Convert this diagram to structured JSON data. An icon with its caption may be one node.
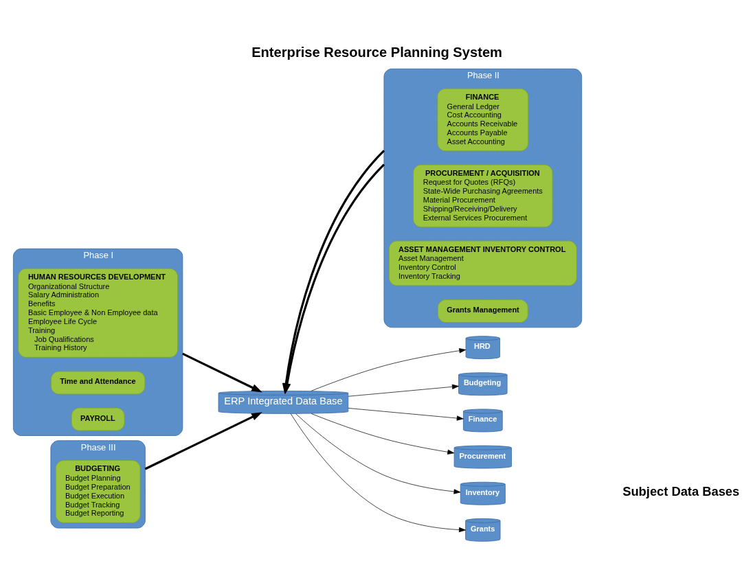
{
  "diagram": {
    "title": "Enterprise Resource Planning System",
    "nodes": [
      {
        "text": [
          "Phase I"
        ]
      },
      {
        "text": [
          "HUMAN RESOURCES DEVELOPMENT",
          "Organizational Structure",
          "Salary Administration",
          "Benefits",
          "Basic Employee & Non Employee data",
          "Employee Life Cycle",
          "Training",
          "Job Qualifications",
          "Training History"
        ],
        "in": 0
      },
      {
        "text": [
          "Time and Attendance"
        ],
        "in": 0
      },
      {
        "text": [
          "PAYROLL"
        ],
        "in": 0
      },
      {
        "text": [
          "Phase II"
        ]
      },
      {
        "text": [
          "FINANCE",
          "General Ledger",
          "Cost Accounting",
          "Accounts Receivable",
          "Accounts Payable",
          "Asset Accounting"
        ],
        "in": 4
      },
      {
        "text": [
          "PROCUREMENT / ACQUISITION",
          "Request for Quotes (RFQs)",
          "State-Wide Purchasing Agreements",
          "Material Procurement",
          "Shipping/Receiving/Delivery",
          "External Services Procurement"
        ],
        "in": 4
      },
      {
        "text": [
          "ASSET MANAGEMENT INVENTORY CONTROL",
          "Asset Management",
          "Inventory Control",
          "Inventory Tracking"
        ],
        "in": 4
      },
      {
        "text": [
          "Grants Management"
        ],
        "in": 4
      },
      {
        "text": [
          "Phase III"
        ]
      },
      {
        "text": [
          "BUDGETING",
          "Budget Planning",
          "Budget Preparation",
          "Budget Execution",
          "Budget Tracking",
          "Budget Reporting"
        ],
        "in": 9
      },
      {
        "text": [
          "ERP Integrated Data Base"
        ]
      },
      {
        "text": [
          "HRD"
        ]
      },
      {
        "text": [
          "Budgeting"
        ]
      },
      {
        "text": [
          "Finance"
        ]
      },
      {
        "text": [
          "Procurement"
        ]
      },
      {
        "text": [
          "Inventory"
        ]
      },
      {
        "text": [
          "Grants"
        ]
      }
    ],
    "edges": [
      {
        "from": 0,
        "to": 11,
        "arrow": "to",
        "style": "thick"
      },
      {
        "from": 4,
        "to": 11,
        "arrow": "to",
        "style": "thick"
      },
      {
        "from": 4,
        "to": 11,
        "arrow": "to",
        "style": "thick"
      },
      {
        "from": 9,
        "to": 11,
        "arrow": "to",
        "style": "thick"
      },
      {
        "from": 11,
        "to": 12,
        "arrow": "to"
      },
      {
        "from": 11,
        "to": 13,
        "arrow": "to"
      },
      {
        "from": 11,
        "to": 14,
        "arrow": "to"
      },
      {
        "from": 11,
        "to": 15,
        "arrow": "to"
      },
      {
        "from": 11,
        "to": 16,
        "arrow": "to"
      },
      {
        "from": 11,
        "to": 17,
        "arrow": "to"
      }
    ],
    "labels": [
      "Subject Data Bases"
    ]
  }
}
